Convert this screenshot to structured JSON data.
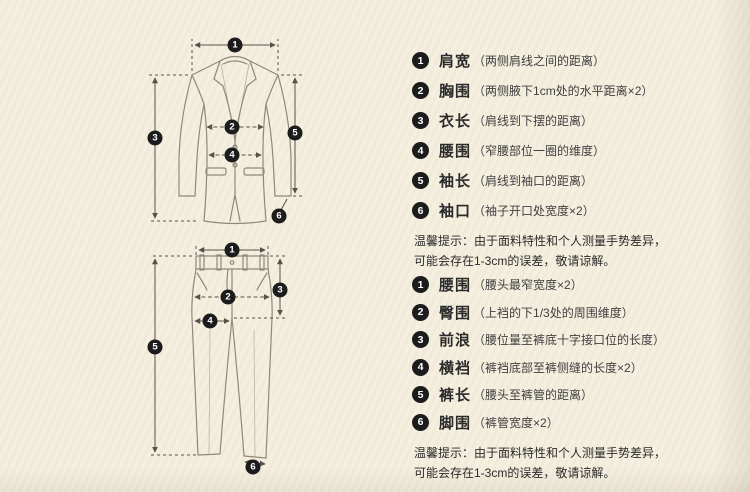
{
  "theme": {
    "background": "#f5efdf",
    "line_art": "#8e897b",
    "measure_line": "#56534a",
    "marker_bg": "#1c1c1c",
    "marker_fg": "#ffffff",
    "label_color": "#2b2b2b",
    "desc_color": "#3f3f3f"
  },
  "jacket": {
    "items": [
      {
        "num": "1",
        "label": "肩宽",
        "desc": "（两侧肩线之间的距离）"
      },
      {
        "num": "2",
        "label": "胸围",
        "desc": "（两侧腋下1cm处的水平距离×2）"
      },
      {
        "num": "3",
        "label": "衣长",
        "desc": "（肩线到下摆的距离）"
      },
      {
        "num": "4",
        "label": "腰围",
        "desc": "（窄腰部位一圈的维度）"
      },
      {
        "num": "5",
        "label": "袖长",
        "desc": "（肩线到袖口的距离）"
      },
      {
        "num": "6",
        "label": "袖口",
        "desc": "（袖子开口处宽度×2）"
      }
    ],
    "note": "温馨提示：由于面料特性和个人测量手势差异，\n可能会存在1-3cm的误差，敬请谅解。"
  },
  "pants": {
    "items": [
      {
        "num": "1",
        "label": "腰围",
        "desc": "（腰头最窄宽度×2）"
      },
      {
        "num": "2",
        "label": "臀围",
        "desc": "（上裆的下1/3处的周围维度）"
      },
      {
        "num": "3",
        "label": "前浪",
        "desc": "（腰位量至裤底十字接口位的长度）"
      },
      {
        "num": "4",
        "label": "横裆",
        "desc": "（裤裆底部至裤侧缝的长度×2）"
      },
      {
        "num": "5",
        "label": "裤长",
        "desc": "（腰头至裤管的距离）"
      },
      {
        "num": "6",
        "label": "脚围",
        "desc": "（裤管宽度×2）"
      }
    ],
    "note": "温馨提示：由于面料特性和个人测量手势差异，\n可能会存在1-3cm的误差，敬请谅解。"
  }
}
